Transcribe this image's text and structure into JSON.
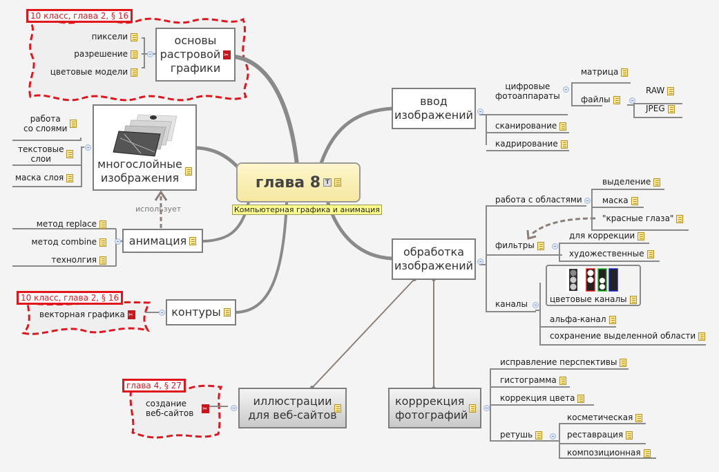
{
  "central": {
    "title": "глава 8",
    "label": "Компьютерная графика и анимация"
  },
  "boundaries": {
    "raster": "10 класс, глава 2, § 16",
    "vector": "10 класс, глава 2, § 16",
    "web": "глава 4, § 27"
  },
  "left": {
    "raster": {
      "title_lines": [
        "основы",
        "растровой",
        "графики"
      ],
      "children": [
        "пиксели",
        "разрешение",
        "цветовые модели"
      ]
    },
    "layers": {
      "title_lines": [
        "многослойные",
        "изображения"
      ],
      "children": [
        [
          "работа",
          "со слоями"
        ],
        [
          "текстовые",
          "слои"
        ],
        [
          "маска слоя"
        ]
      ]
    },
    "relation_label": "использует",
    "animation": {
      "title": "анимация",
      "children": [
        "метод replace",
        "метод combine",
        "технолгия"
      ]
    },
    "contours": {
      "title": "контуры",
      "children": [
        "векторная графика"
      ]
    },
    "web": {
      "title_lines": [
        "иллюстрации",
        "для веб-сайтов"
      ],
      "children": [
        [
          "создание",
          "веб-сайтов"
        ]
      ]
    }
  },
  "right": {
    "input": {
      "title_lines": [
        "ввод",
        "изображений"
      ],
      "cameras": {
        "label_lines": [
          "цифровые",
          "фотоаппараты"
        ],
        "matrix": "матрица",
        "files": "файлы",
        "raw": "RAW",
        "jpeg": "JPEG"
      },
      "scanning": "сканирование",
      "cropping": "кадрирование"
    },
    "processing": {
      "title_lines": [
        "обработка",
        "изображений"
      ],
      "areas": {
        "label": "работа с областями",
        "children": [
          "выделение",
          "маска",
          "\"красные глаза\""
        ]
      },
      "filters": {
        "label": "фильтры",
        "children": [
          "для коррекции",
          "художественные"
        ]
      },
      "channels": {
        "label": "каналы",
        "color_channels": "цветовые каналы",
        "alpha": "альфа-канал",
        "save_selection": "сохранение выделенной области"
      }
    },
    "correction": {
      "title_lines": [
        "корррекция",
        "фотографий"
      ],
      "children": [
        "исправление перспективы",
        "гистограмма",
        "коррекция цвета"
      ],
      "retouch": {
        "label": "ретушь",
        "children": [
          "косметическая",
          "реставрация",
          "композиционная"
        ]
      }
    }
  }
}
